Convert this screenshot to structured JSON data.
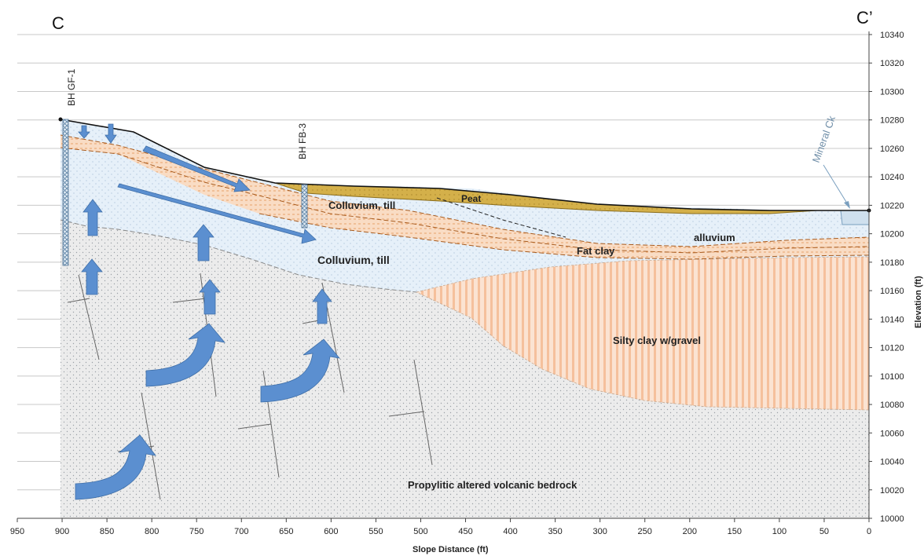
{
  "section": {
    "start_label": "C",
    "end_label": "C’"
  },
  "chart_data": {
    "type": "cross-section",
    "xlabel": "Slope Distance (ft)",
    "ylabel": "Elevation (ft)",
    "x_axis_reversed": true,
    "xlim": [
      950,
      0
    ],
    "ylim": [
      10000,
      10340
    ],
    "x_ticks": [
      950,
      900,
      850,
      800,
      750,
      700,
      650,
      600,
      550,
      500,
      450,
      400,
      350,
      300,
      250,
      200,
      150,
      100,
      50,
      0
    ],
    "y_ticks": [
      10000,
      10020,
      10040,
      10060,
      10080,
      10100,
      10120,
      10140,
      10160,
      10180,
      10200,
      10220,
      10240,
      10260,
      10280,
      10300,
      10320,
      10340
    ],
    "ground_surface": [
      [
        900,
        10280
      ],
      [
        810,
        10272
      ],
      [
        740,
        10246
      ],
      [
        660,
        10236
      ],
      [
        600,
        10234
      ],
      [
        450,
        10230
      ],
      [
        300,
        10220
      ],
      [
        100,
        10217
      ],
      [
        0,
        10217
      ]
    ],
    "units": [
      {
        "name": "Peat",
        "label": "Peat",
        "color": "#c9a63c"
      },
      {
        "name": "Colluvium, till (upper)",
        "label": "Colluvium, till",
        "color": "#e4eff9"
      },
      {
        "name": "Colluvium, till (lower)",
        "label": "Colluvium, till",
        "color": "#e4eff9"
      },
      {
        "name": "alluvium",
        "label": "alluvium",
        "color": "#e4eff9"
      },
      {
        "name": "Fat clay",
        "label": "Fat clay",
        "color": "#f6cfaf"
      },
      {
        "name": "Silty clay w/gravel",
        "label": "Silty clay w/gravel",
        "color": "#f7c8a6"
      },
      {
        "name": "Propylitic altered volcanic bedrock",
        "label": "Propylitic altered volcanic bedrock",
        "color": "#e7e7e7"
      }
    ],
    "boreholes": [
      {
        "name": "BH GF-1",
        "x": 895,
        "top": 10280,
        "bottom": 10178
      },
      {
        "name": "BH FB-3",
        "x": 628,
        "top": 10235,
        "bottom": 10198
      }
    ],
    "features": [
      {
        "name": "Mineral Ck",
        "x": 15,
        "elevation": 10217
      }
    ],
    "groundwater_arrows": "blue flow arrows indicating upward/downslope groundwater movement"
  }
}
